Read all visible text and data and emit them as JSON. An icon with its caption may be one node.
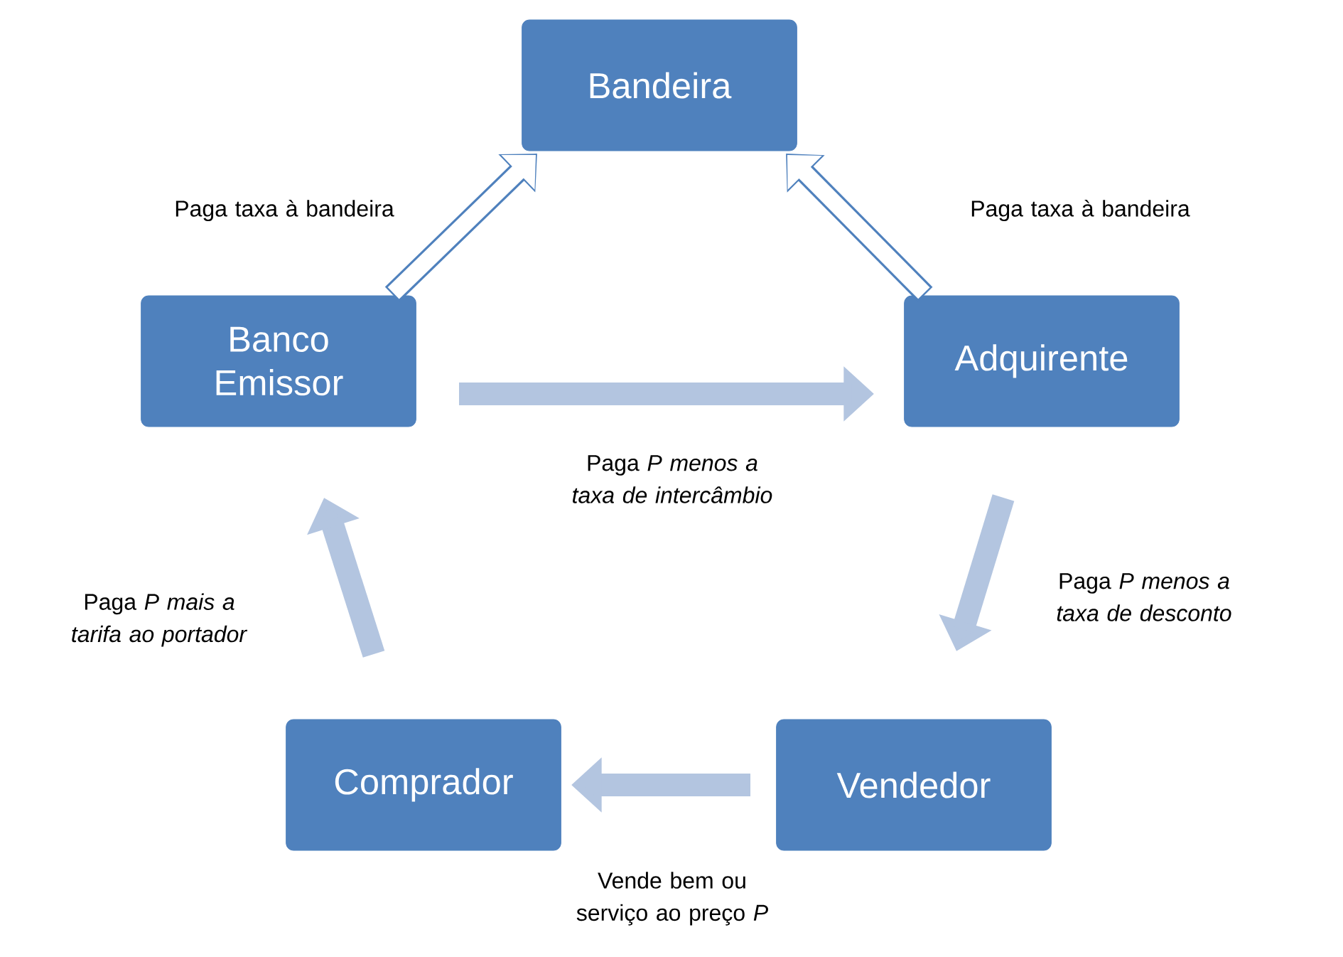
{
  "diagram": {
    "nodes": [
      {
        "text": [
          "Bandeira"
        ]
      },
      {
        "text": [
          "Banco Emissor"
        ]
      },
      {
        "text": [
          "Adquirente"
        ]
      },
      {
        "text": [
          "Comprador"
        ]
      },
      {
        "text": [
          "Vendedor"
        ]
      }
    ],
    "edges": [
      {
        "from": 1,
        "to": 0,
        "arrow": "to",
        "label": "Paga taxa à bandeira",
        "color": "#4f81bd"
      },
      {
        "from": 2,
        "to": 0,
        "arrow": "to",
        "label": "Paga taxa à bandeira",
        "color": "#4f81bd"
      },
      {
        "from": 1,
        "to": 2,
        "arrow": "to",
        "label": "Paga *P menos a taxa de intercâmbio*"
      },
      {
        "from": 2,
        "to": 4,
        "arrow": "to",
        "label": "Paga *P menos a taxa de desconto*"
      },
      {
        "from": 4,
        "to": 3,
        "arrow": "to",
        "label": "Vende bem ou serviço ao preço *P*"
      },
      {
        "from": 3,
        "to": 1,
        "arrow": "to",
        "label": "Paga *P mais a tarifa ao portador*"
      }
    ]
  }
}
